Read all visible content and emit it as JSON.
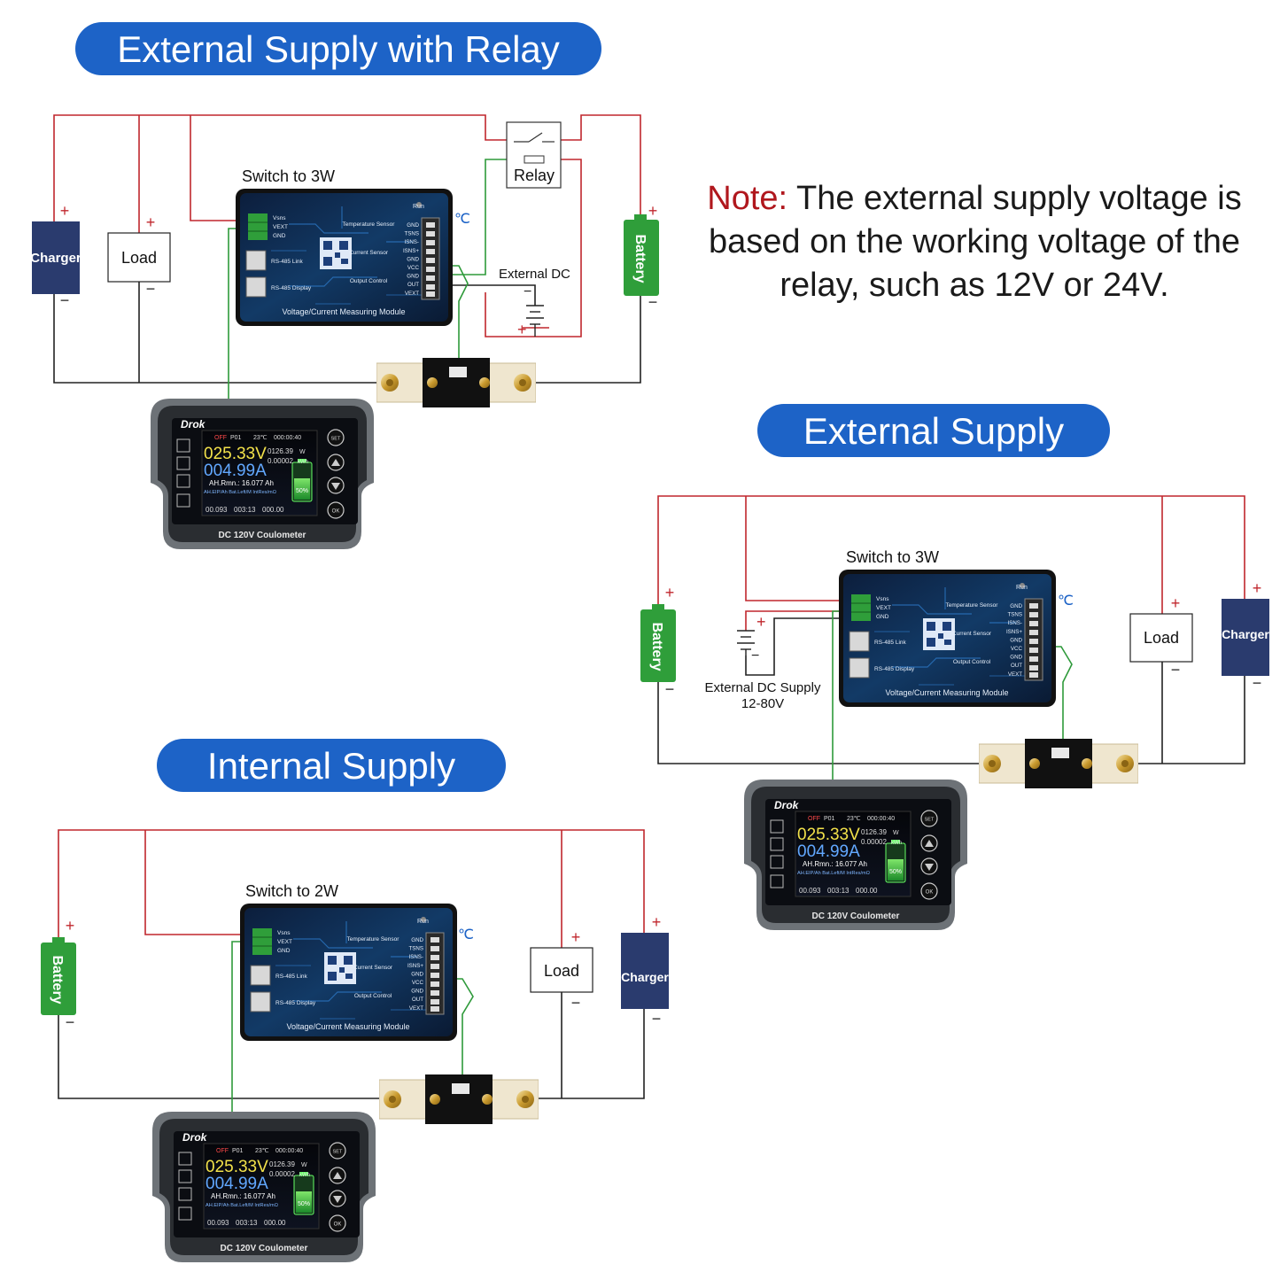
{
  "titles": {
    "relay": "External Supply with Relay",
    "external": "External Supply",
    "internal": "Internal Supply"
  },
  "note": {
    "prefix": "Note:",
    "text": "The external supply voltage is based on the working voltage of the relay, such as 12V or 24V."
  },
  "labels": {
    "charger": "Charger",
    "load": "Load",
    "battery": "Battery",
    "relay": "Relay",
    "plus": "+",
    "minus": "−",
    "switch_3w": "Switch to 3W",
    "switch_2w": "Switch to 2W",
    "external_dc": "External DC",
    "external_dc_supply": "External DC Supply",
    "external_dc_range": "12-80V",
    "celsius": "℃"
  },
  "module": {
    "title": "Voltage/Current Measuring Module",
    "run": "Run",
    "pins_left": [
      "Vsns",
      "VEXT",
      "GND"
    ],
    "rs485_link": "RS-485 Link",
    "rs485_display": "RS-485 Display",
    "temp_sensor": "Temperature Sensor",
    "current_sensor": "Current Sensor",
    "output_control": "Output Control",
    "pins_right": [
      "GND",
      "TSNS",
      "ISNS-",
      "ISNS+",
      "GND",
      "VCC",
      "GND",
      "OUT",
      "VEXT"
    ]
  },
  "meter": {
    "brand": "Drok",
    "status": "OFF",
    "profile": "P01",
    "temp": "23℃",
    "time": "000:00:40",
    "voltage": "025.33V",
    "current": "004.99A",
    "power": "0126.39",
    "power_unit": "W",
    "energy": "0.00002",
    "energy_unit": "kWh",
    "ah_remaining": "AH.Rmn.: 16.077 Ah",
    "info_row": "AH.EIP/Ah Bat.Left/M IntRes/mΩ",
    "bottom_vals": [
      "00.093",
      "003:13",
      "000.00"
    ],
    "battery_pct": "50%",
    "buttons": [
      "SET",
      "OK"
    ],
    "name": "DC 120V Coulometer"
  },
  "colors": {
    "title_pill": "#1d63c7",
    "charger": "#2a3b6e",
    "battery": "#2f9e3a",
    "wire_red": "#c0272d",
    "wire_black": "#222222",
    "wire_green": "#2e9a3a"
  }
}
